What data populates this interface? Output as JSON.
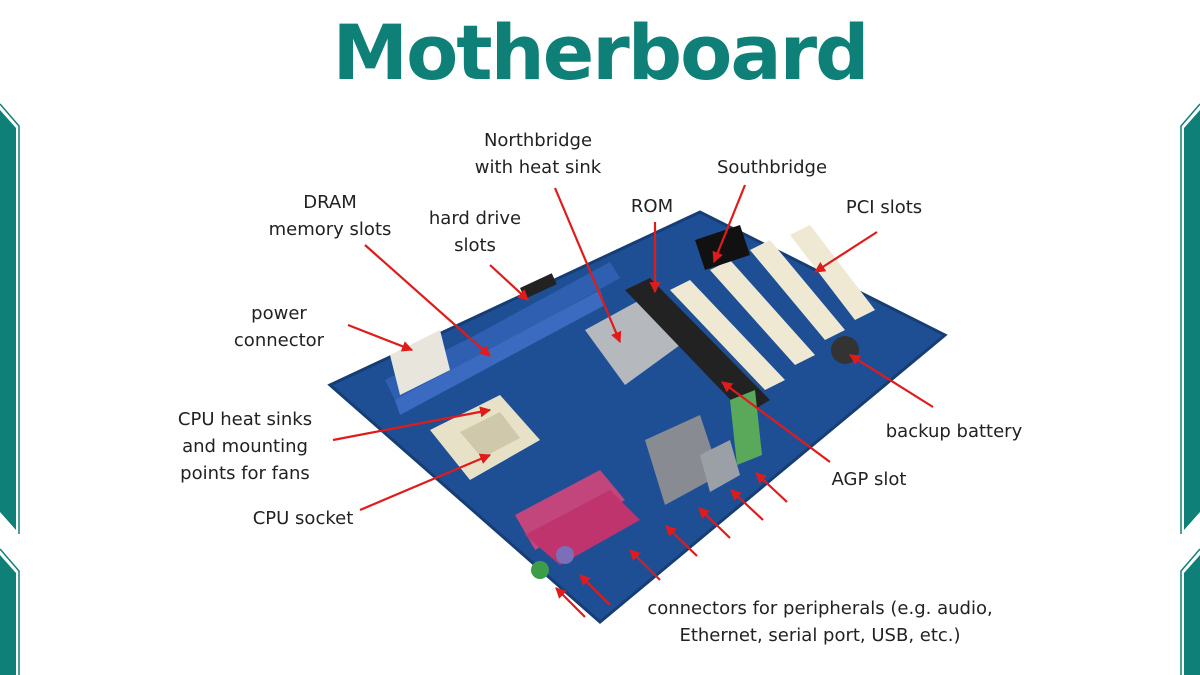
{
  "title": "Motherboard",
  "colors": {
    "accent": "#0e8078",
    "arrow": "#e01b1b",
    "board": "#1e4f95"
  },
  "labels": {
    "northbridge": [
      "Northbridge",
      "with heat sink"
    ],
    "southbridge": "Southbridge",
    "rom": "ROM",
    "pci": "PCI slots",
    "dram": [
      "DRAM",
      "memory slots"
    ],
    "hdd": [
      "hard drive",
      "slots"
    ],
    "power": [
      "power",
      "connector"
    ],
    "cpu_heat": [
      "CPU heat sinks",
      "and mounting",
      "points for fans"
    ],
    "cpu_socket": "CPU socket",
    "battery": "backup battery",
    "agp": "AGP slot",
    "peripherals": [
      "connectors for peripherals (e.g. audio,",
      "Ethernet, serial port, USB, etc.)"
    ]
  }
}
